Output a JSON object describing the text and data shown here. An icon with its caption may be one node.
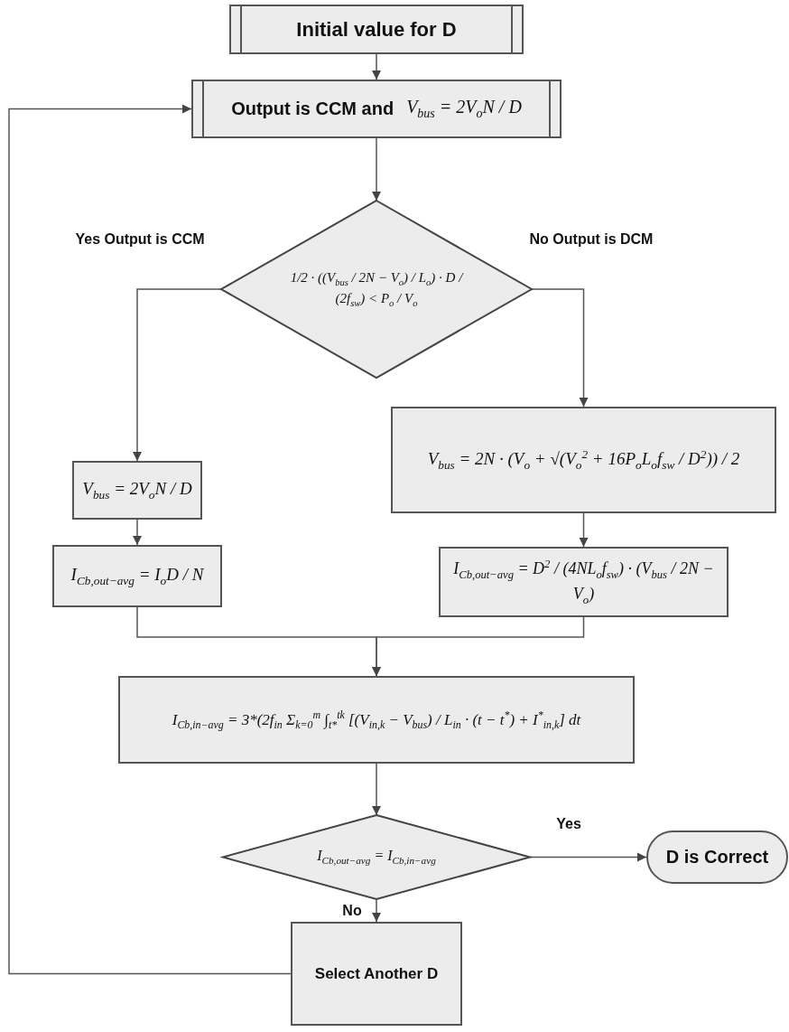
{
  "diagram": {
    "nodes": [
      {
        "text": [
          "Initial value for D"
        ]
      },
      {
        "text": [
          "Output is CCM and",
          "V$_{bus}$ = 2V$_{o}$N / D"
        ]
      },
      {
        "text": [
          "1/2 · ((V$_{bus}$ / 2N − V$_{o}$) / L$_{o}$) · D / (2f$_{sw}$) < P$_{o}$ / V$_{o}$"
        ]
      },
      {
        "text": [
          "V$_{bus}$ = 2V$_{o}$N / D"
        ]
      },
      {
        "text": [
          "V$_{bus}$ = 2N · (V$_{o}$ + √(V$_{o}$$^{2}$ + 16P$_{o}$L$_{o}$f$_{sw}$ / D$^{2}$)) / 2"
        ]
      },
      {
        "text": [
          "I$_{Cb,out−avg}$ = I$_{o}$D / N"
        ]
      },
      {
        "text": [
          "I$_{Cb,out−avg}$ = D$^{2}$ / (4NL$_{o}$f$_{sw}$) · (V$_{bus}$ / 2N − V$_{o}$)"
        ]
      },
      {
        "text": [
          "I$_{Cb,in−avg}$ = 3*(2f$_{in}$ Σ$_{k=0}$$^{m}$ ∫$_{t*}$$^{tk}$ [(V$_{in,k}$ − V$_{bus}$) / L$_{in}$ · (t − t$^{*}$) + I$^{*}$$_{in,k}$] dt"
        ]
      },
      {
        "text": [
          "I$_{Cb,out−avg}$ = I$_{Cb,in−avg}$"
        ]
      },
      {
        "text": [
          "D is Correct"
        ]
      },
      {
        "text": [
          "Select Another D"
        ]
      }
    ],
    "edges": [
      {
        "from": 0,
        "to": 1,
        "arrow": "to"
      },
      {
        "from": 1,
        "to": 2,
        "arrow": "to"
      },
      {
        "from": 2,
        "to": 3,
        "arrow": "to",
        "label": "Yes Output is CCM"
      },
      {
        "from": 2,
        "to": 4,
        "arrow": "to",
        "label": "No Output is DCM"
      },
      {
        "from": 3,
        "to": 5,
        "arrow": "to"
      },
      {
        "from": 4,
        "to": 6,
        "arrow": "to"
      },
      {
        "from": 5,
        "to": 7,
        "arrow": "to"
      },
      {
        "from": 6,
        "to": 7,
        "arrow": "to"
      },
      {
        "from": 7,
        "to": 8,
        "arrow": "to"
      },
      {
        "from": 8,
        "to": 9,
        "arrow": "to",
        "label": "Yes"
      },
      {
        "from": 8,
        "to": 10,
        "arrow": "to",
        "label": "No"
      },
      {
        "from": 10,
        "to": 1,
        "arrow": "to"
      }
    ]
  }
}
